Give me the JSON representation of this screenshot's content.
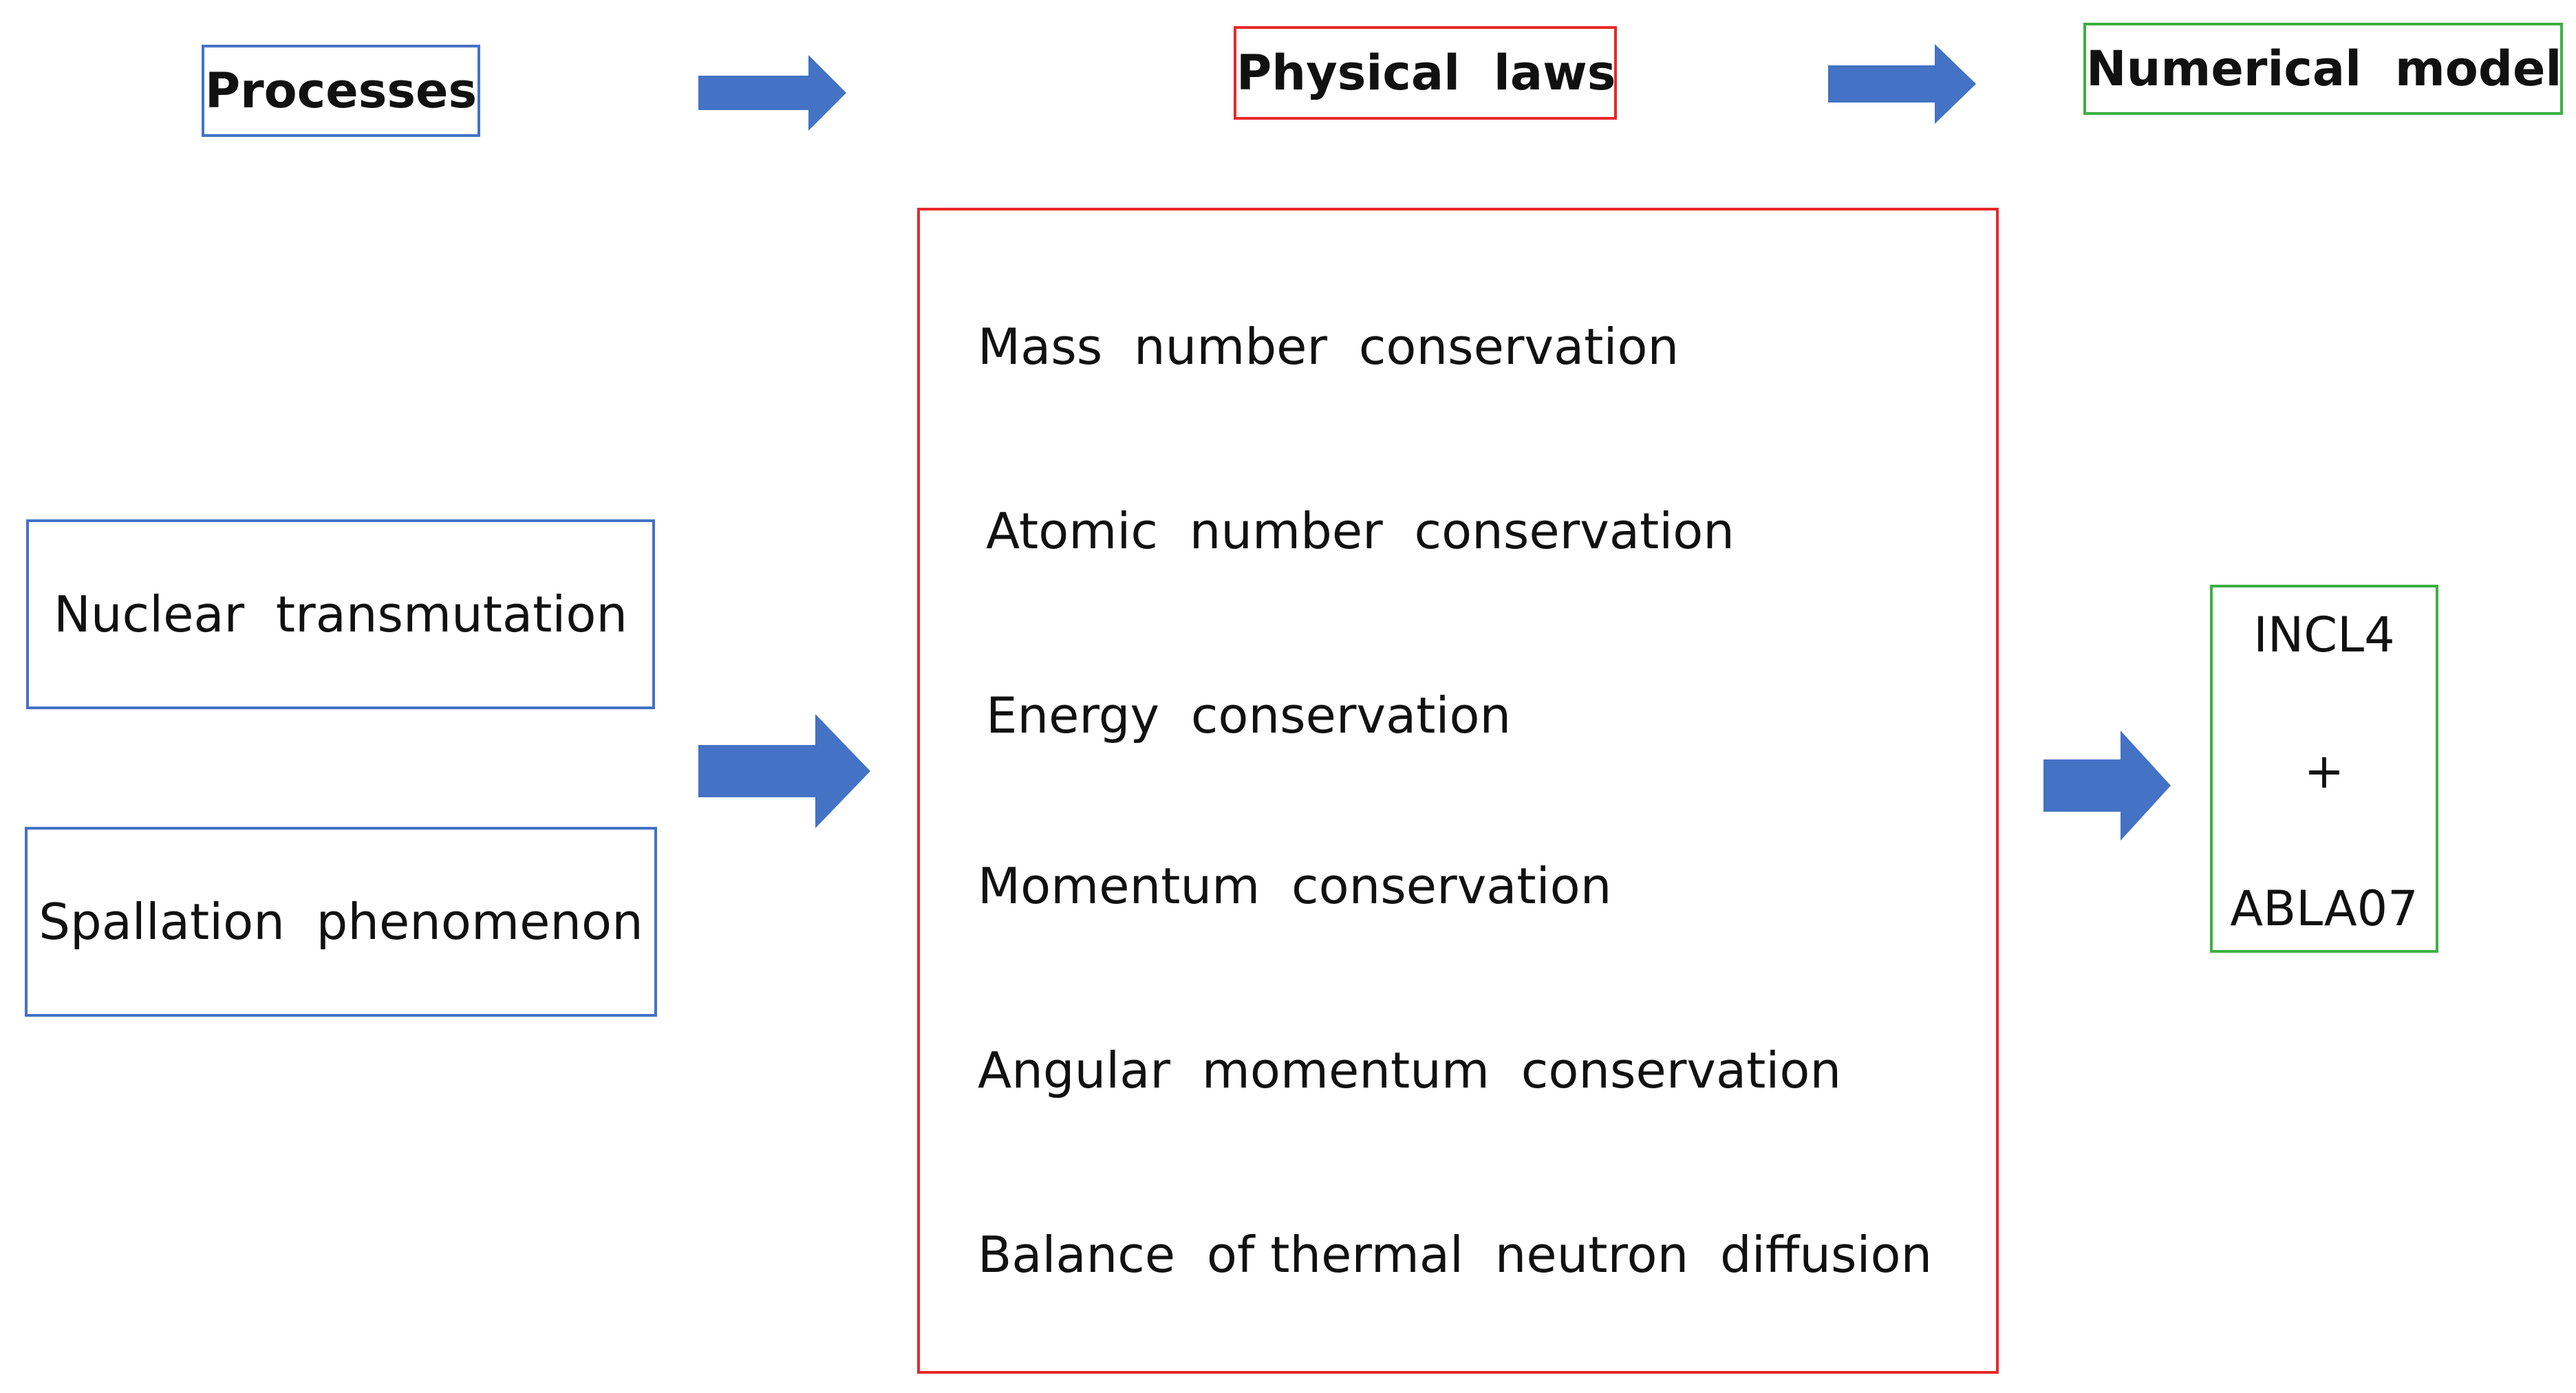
{
  "headers": {
    "processes": "Processes",
    "physical_laws": "Physical  laws",
    "numerical_model": "Numerical  model"
  },
  "processes": [
    "Nuclear  transmutation",
    "Spallation  phenomenon"
  ],
  "laws": [
    "Mass  number  conservation",
    "Atomic  number  conservation",
    "Energy  conservation",
    "Momentum  conservation",
    "Angular  momentum  conservation",
    "Balance  of thermal  neutron  diffusion"
  ],
  "model": {
    "line1": "INCL4",
    "plus": "+",
    "line2": "ABLA07"
  },
  "colors": {
    "process_border": "#4472C4",
    "law_border": "#E8282A",
    "model_border": "#3CB043",
    "arrow": "#4472C4"
  }
}
